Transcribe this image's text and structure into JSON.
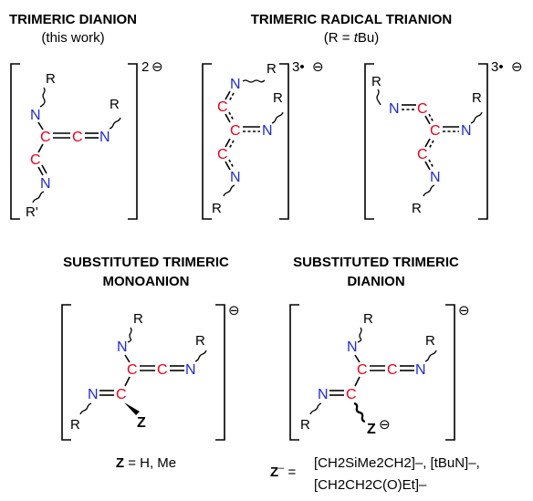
{
  "panels": {
    "p1": {
      "title": "TRIMERIC DIANION",
      "subtitle": "(this work)",
      "charge_num": "2",
      "charge_sign": "⊖"
    },
    "p2": {
      "title": "TRIMERIC RADICAL TRIANION",
      "subtitle_pre": "(R = ",
      "subtitle_it": "t",
      "subtitle_post": "Bu)",
      "charge_a": "3•",
      "charge_a_sign": "⊖",
      "charge_b": "3•",
      "charge_b_sign": "⊖"
    },
    "p3": {
      "title_l1": "SUBSTITUTED TRIMERIC",
      "title_l2": "MONOANION",
      "charge_sign": "⊖",
      "caption_z": "Z",
      "caption_rest": " = H, Me"
    },
    "p4": {
      "title_l1": "SUBSTITUTED TRIMERIC",
      "title_l2": "DIANION",
      "charge_sign": "⊖",
      "z_charge": "⊖",
      "caption_lead": "Z",
      "caption_sup": "–",
      "caption_eq": " = ",
      "caption_l1": "[CH2SiMe2CH2]–, [tBuN]–,",
      "caption_l2": "[CH2CH2C(O)Et]–"
    }
  },
  "atoms": {
    "C": "C",
    "N": "N",
    "R": "R",
    "Rp": "R'",
    "Z": "Z"
  }
}
